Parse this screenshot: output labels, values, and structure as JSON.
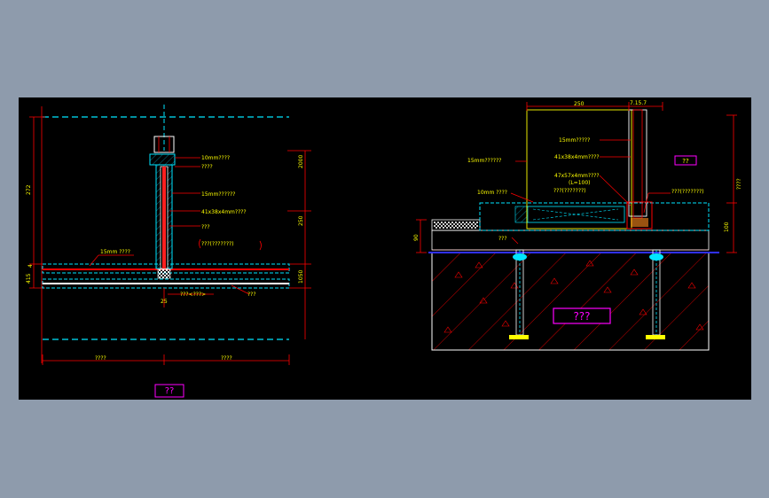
{
  "colors": {
    "background_outer": "#8e9bac",
    "canvas": "#000000",
    "dimension": "#ff0000",
    "outline": "#ffffff",
    "cyan": "#00e5ff",
    "yellow": "#ffff00",
    "magenta": "#ff00ff",
    "blue": "#3030ff",
    "orange": "#ff8a1c"
  },
  "left_view": {
    "labels": {
      "glass_top": "10mm????",
      "clip": "????",
      "glass_15": "15mm??????",
      "tube": "41x38x4mm????",
      "anchor": "???",
      "sealant": "???(???????)",
      "floor_glass": "15mm ????",
      "base_note": "???<???>",
      "base_right": "???"
    },
    "dims": {
      "height_272": "272",
      "small_4": "4",
      "small_415": "415",
      "right_top": "2000",
      "right_mid": "250",
      "right_low": "1050",
      "bottom_left": "????",
      "bottom_right": "????",
      "post_width": "25"
    },
    "title": "??"
  },
  "right_view": {
    "labels": {
      "glass_15": "15mm??????",
      "glass_15b": "15mm?????",
      "tube": "41x38x4mm????",
      "angle": "47x57x4mm????",
      "angle_len": "(L=100)",
      "anchor_bolt": "???(???????)",
      "glass_10": "10mm ????",
      "sealant_right": "???(???????)",
      "foam": "???",
      "concrete": "???"
    },
    "dims": {
      "top_250": "250",
      "top_small": "7.15.7",
      "left_h": "90",
      "right_h1": "????",
      "right_h2": "100"
    }
  }
}
